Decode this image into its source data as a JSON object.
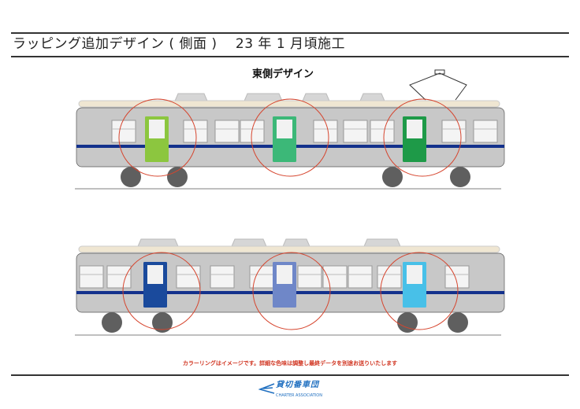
{
  "header": {
    "title": "ラッピング追加デザイン ( 側面 )　 23 年 1 月頃施工"
  },
  "subtitle": "東側デザイン",
  "trains": [
    {
      "name": "east-side-car",
      "door_colors": [
        "#8cc63f",
        "#3cb878",
        "#1e9a48"
      ]
    },
    {
      "name": "west-side-car",
      "door_colors": [
        "#1a4a9c",
        "#6f87c8",
        "#48c0e8"
      ]
    }
  ],
  "colors": {
    "body": "#c8c8c8",
    "stripe": "#13318c",
    "ring": "#d6452e",
    "wheel": "#5f5f5f"
  },
  "caption": "カラーリングはイメージです。詳細な色味は調整し最終データを別途お送りいたします",
  "logo": {
    "name": "貸切番車団",
    "sub": "CHARTER ASSOCIATION"
  }
}
